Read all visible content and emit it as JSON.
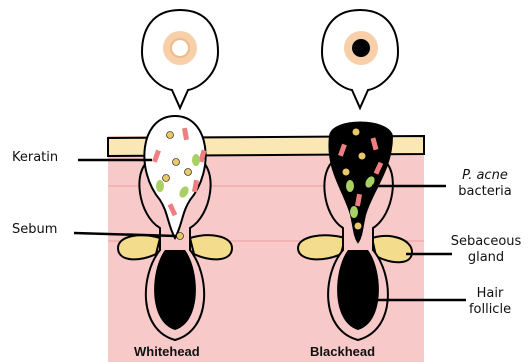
{
  "labels": {
    "keratin": "Keratin",
    "sebum": "Sebum",
    "p_acne_italic": "P. acne",
    "p_acne_rest": "bacteria",
    "sebaceous_line1": "Sebaceous",
    "sebaceous_line2": "gland",
    "hair_line1": "Hair",
    "hair_line2": "follicle"
  },
  "captions": {
    "whitehead": "Whitehead",
    "blackhead": "Blackhead"
  },
  "colors": {
    "skin": "#f8c9c9",
    "skin_edge": "#f1b3b3",
    "surface_layer": "#fbe7b4",
    "sebaceous": "#f3dc8c",
    "keratin_pink": "#ee7f80",
    "sebum_yellow": "#e9c86a",
    "bacteria_green": "#a8d063",
    "blackhead_plug": "#000000",
    "whitehead_plug": "#ffffff"
  }
}
